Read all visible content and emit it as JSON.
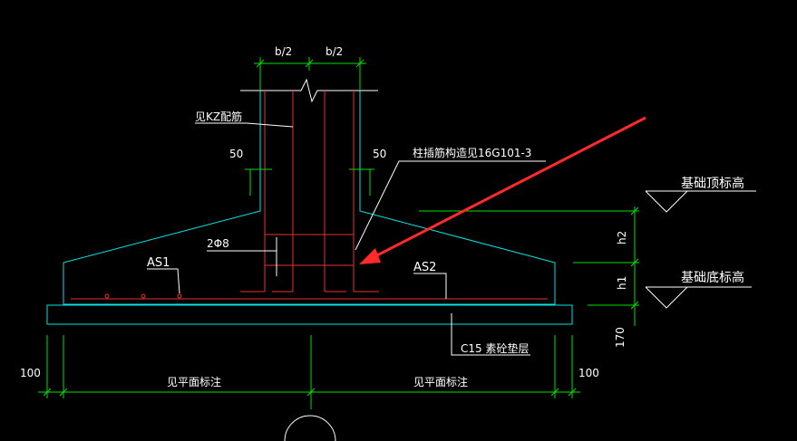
{
  "colors": {
    "background": "#000000",
    "outline": "#00e5e5",
    "rebar": "#e83030",
    "dimension": "#00e000",
    "leader": "#ffffff",
    "arrow": "#ff2a2a"
  },
  "labels": {
    "b_half_left": "b/2",
    "b_half_right": "b/2",
    "kz_rebar": "见KZ配筋",
    "cover_left": "50",
    "cover_right": "50",
    "column_anchor": "柱插筋构造见16G101-3",
    "stirrup": "2Φ8",
    "as1": "AS1",
    "as2": "AS2",
    "top_elevation": "基础顶标高",
    "bottom_elevation": "基础底标高",
    "h2": "h2",
    "h1": "h1",
    "pad_thickness": "170",
    "cushion": "C15 素砼垫层",
    "left_extension": "100",
    "right_extension": "100",
    "plan_note_left": "见平面标注",
    "plan_note_right": "见平面标注"
  }
}
